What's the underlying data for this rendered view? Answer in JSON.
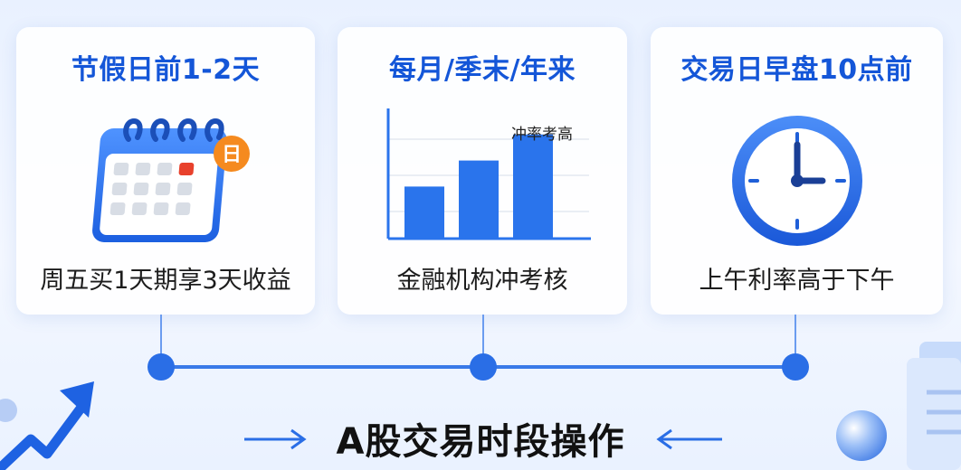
{
  "cards": [
    {
      "title": "节假日前1-2天",
      "subtitle": "周五买1天期享3天收益",
      "icon": "calendar-icon",
      "badge": "日"
    },
    {
      "title": "每月/季末/年来",
      "subtitle": "金融机构冲考核",
      "icon": "bar-chart-icon",
      "chart_label": "冲率考高"
    },
    {
      "title": "交易日早盘10点前",
      "subtitle": "上午利率高于下午",
      "icon": "clock-icon"
    }
  ],
  "footer": {
    "title": "A股交易时段操作"
  },
  "colors": {
    "accent": "#1456d8",
    "bar": "#2a74ec",
    "badge": "#f58a1f",
    "calendar_marker": "#e8412c"
  },
  "chart_data": {
    "type": "bar",
    "categories": [
      "",
      "",
      ""
    ],
    "values": [
      40,
      60,
      80
    ],
    "title": "冲率考高",
    "xlabel": "",
    "ylabel": "",
    "ylim": [
      0,
      100
    ]
  }
}
